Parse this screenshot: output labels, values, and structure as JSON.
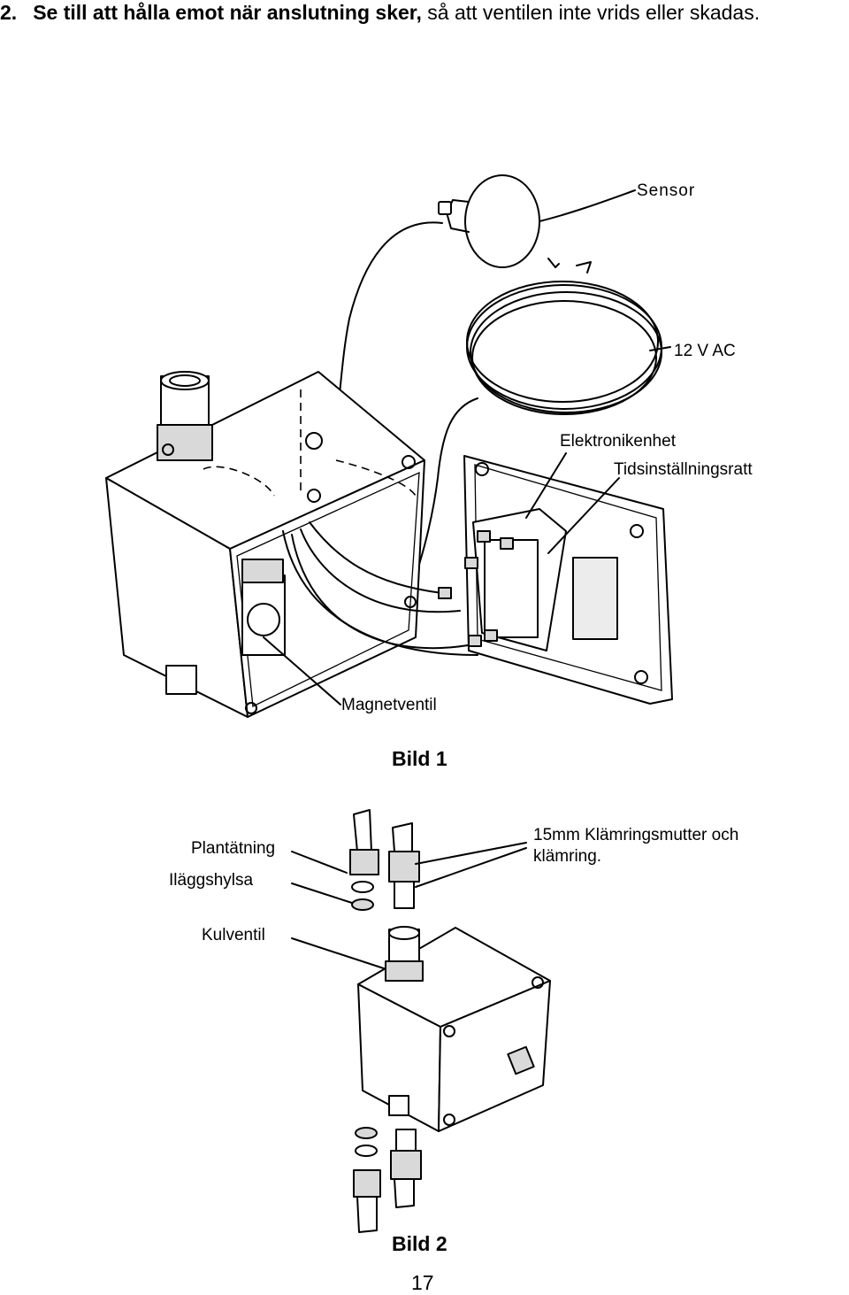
{
  "instruction": {
    "number": "2.",
    "bold_text": "Se till att hålla emot när anslutning sker,",
    "text": " så att ventilen inte vrids eller skadas."
  },
  "figure1": {
    "labels": {
      "sensor": "Sensor",
      "power": "12 V AC",
      "electronics": "Elektronikenhet",
      "timer": "Tidsinställningsratt",
      "solenoid": "Magnetventil"
    },
    "caption": "Bild 1"
  },
  "figure2": {
    "labels": {
      "gasket": "Plantätning",
      "sleeve": "Iläggshylsa",
      "nut": "15mm Klämringsmutter och klämring.",
      "ball_valve": "Kulventil"
    },
    "caption": "Bild 2"
  },
  "page": {
    "number": "17"
  }
}
